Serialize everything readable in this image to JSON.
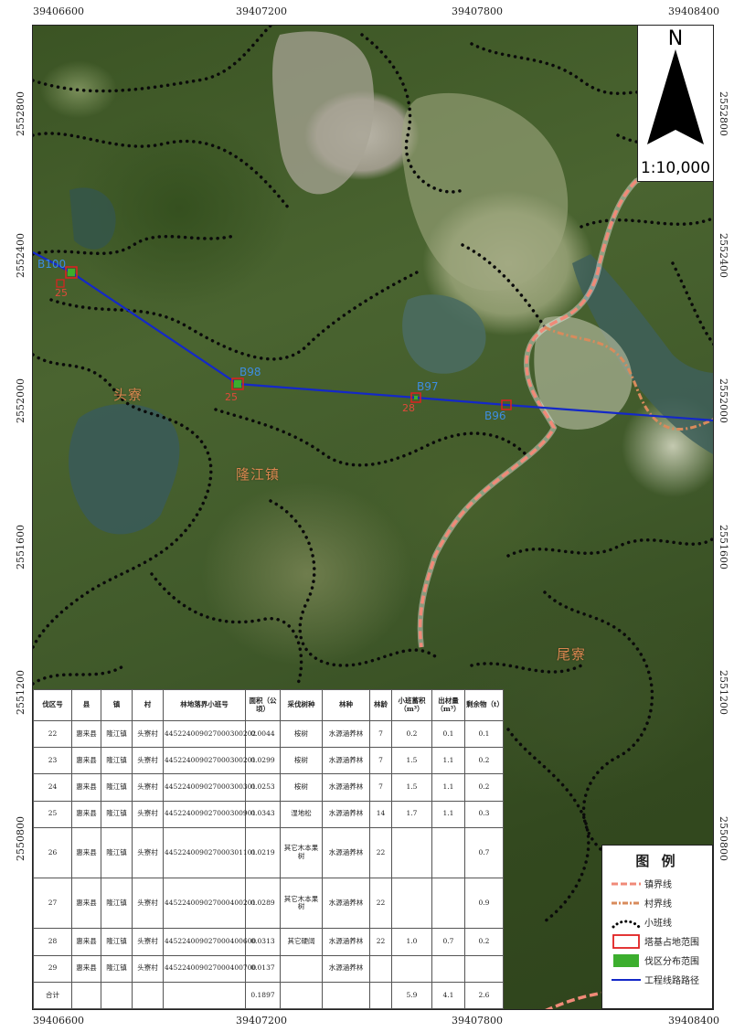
{
  "coords": {
    "top": [
      "39406600",
      "39407200",
      "39407800",
      "39408400"
    ],
    "bottom": [
      "39406600",
      "39407200",
      "39407800",
      "39408400"
    ],
    "left": [
      "2552800",
      "2552400",
      "2552000",
      "2551600",
      "2551200",
      "2550800"
    ],
    "right": [
      "2552800",
      "2552400",
      "2552000",
      "2551600",
      "2551200",
      "2550800"
    ]
  },
  "north": {
    "letter": "N",
    "scale": "1:10,000"
  },
  "places": {
    "toucai": "头寮",
    "longjiang": "隆江镇",
    "weiliao": "尾寮"
  },
  "towers": [
    {
      "id": "B100",
      "num": "25"
    },
    {
      "id": "B98",
      "num": "25"
    },
    {
      "id": "B97",
      "num": "28"
    },
    {
      "id": "B96",
      "num": ""
    }
  ],
  "legend": {
    "title": "图 例",
    "items": [
      {
        "label": "镇界线",
        "icon": "town-boundary-line-icon"
      },
      {
        "label": "村界线",
        "icon": "village-boundary-line-icon"
      },
      {
        "label": "小班线",
        "icon": "subcompartment-dotted-line-icon"
      },
      {
        "label": "塔基占地范围",
        "icon": "tower-footprint-box-icon"
      },
      {
        "label": "伐区分布范围",
        "icon": "cutting-area-fill-icon"
      },
      {
        "label": "工程线路路径",
        "icon": "route-line-icon"
      }
    ],
    "colors": {
      "town": "#f08a78",
      "village": "#d88b5c",
      "tower": "#e02020",
      "cutting": "#3cae2e",
      "route": "#1428c8"
    }
  },
  "table": {
    "headers": [
      "伐区号",
      "县",
      "镇",
      "村",
      "林地落界小班号",
      "面积（公顷）",
      "采伐树种",
      "林种",
      "林龄",
      "小班蓄积（m³）",
      "出材量（m³）",
      "剩余物（t）"
    ],
    "rows": [
      [
        "22",
        "惠来县",
        "隆江镇",
        "头寮村",
        "445224009027000300202",
        "0.0044",
        "桉树",
        "水源涵养林",
        "7",
        "0.2",
        "0.1",
        "0.1"
      ],
      [
        "23",
        "惠来县",
        "隆江镇",
        "头寮村",
        "445224009027000300201",
        "0.0299",
        "桉树",
        "水源涵养林",
        "7",
        "1.5",
        "1.1",
        "0.2"
      ],
      [
        "24",
        "惠来县",
        "隆江镇",
        "头寮村",
        "445224009027000300301",
        "0.0253",
        "桉树",
        "水源涵养林",
        "7",
        "1.5",
        "1.1",
        "0.2"
      ],
      [
        "25",
        "惠来县",
        "隆江镇",
        "头寮村",
        "445224009027000300901",
        "0.0343",
        "湿地松",
        "水源涵养林",
        "14",
        "1.7",
        "1.1",
        "0.3"
      ],
      [
        "26",
        "惠来县",
        "隆江镇",
        "头寮村",
        "445224009027000301101",
        "0.0219",
        "其它木本果树",
        "水源涵养林",
        "22",
        "",
        "",
        "0.7"
      ],
      [
        "27",
        "惠来县",
        "隆江镇",
        "头寮村",
        "445224009027000400201",
        "0.0289",
        "其它木本果树",
        "水源涵养林",
        "22",
        "",
        "",
        "0.9"
      ],
      [
        "28",
        "惠来县",
        "隆江镇",
        "头寮村",
        "445224009027000400600",
        "0.0313",
        "其它硬阔",
        "水源涵养林",
        "22",
        "1.0",
        "0.7",
        "0.2"
      ],
      [
        "29",
        "惠来县",
        "隆江镇",
        "头寮村",
        "445224009027000400700",
        "0.0137",
        "",
        "水源涵养林",
        "",
        "",
        "",
        ""
      ],
      [
        "合计",
        "",
        "",
        "",
        "",
        "0.1897",
        "",
        "",
        "",
        "5.9",
        "4.1",
        "2.6"
      ]
    ]
  }
}
